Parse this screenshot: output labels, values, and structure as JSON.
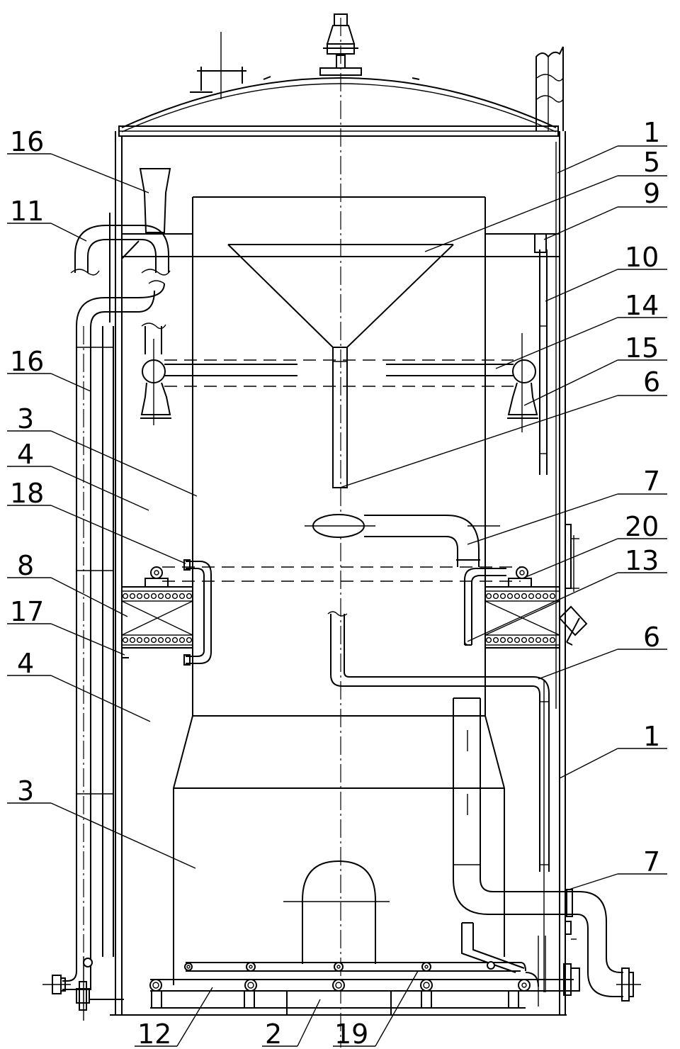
{
  "callouts": [
    {
      "id": "c-1-top",
      "label": "1"
    },
    {
      "id": "c-5",
      "label": "5"
    },
    {
      "id": "c-9",
      "label": "9"
    },
    {
      "id": "c-10",
      "label": "10"
    },
    {
      "id": "c-14",
      "label": "14"
    },
    {
      "id": "c-15",
      "label": "15"
    },
    {
      "id": "c-6-top",
      "label": "6"
    },
    {
      "id": "c-7-top",
      "label": "7"
    },
    {
      "id": "c-20",
      "label": "20"
    },
    {
      "id": "c-13",
      "label": "13"
    },
    {
      "id": "c-6-mid",
      "label": "6"
    },
    {
      "id": "c-1-mid",
      "label": "1"
    },
    {
      "id": "c-7-bot",
      "label": "7"
    },
    {
      "id": "c-16-top",
      "label": "16"
    },
    {
      "id": "c-11",
      "label": "11"
    },
    {
      "id": "c-16-mid",
      "label": "16"
    },
    {
      "id": "c-3-top",
      "label": "3"
    },
    {
      "id": "c-4-top",
      "label": "4"
    },
    {
      "id": "c-18",
      "label": "18"
    },
    {
      "id": "c-8",
      "label": "8"
    },
    {
      "id": "c-17",
      "label": "17"
    },
    {
      "id": "c-4-bot",
      "label": "4"
    },
    {
      "id": "c-3-bot",
      "label": "3"
    },
    {
      "id": "c-12",
      "label": "12"
    },
    {
      "id": "c-2",
      "label": "2"
    },
    {
      "id": "c-19",
      "label": "19"
    }
  ]
}
